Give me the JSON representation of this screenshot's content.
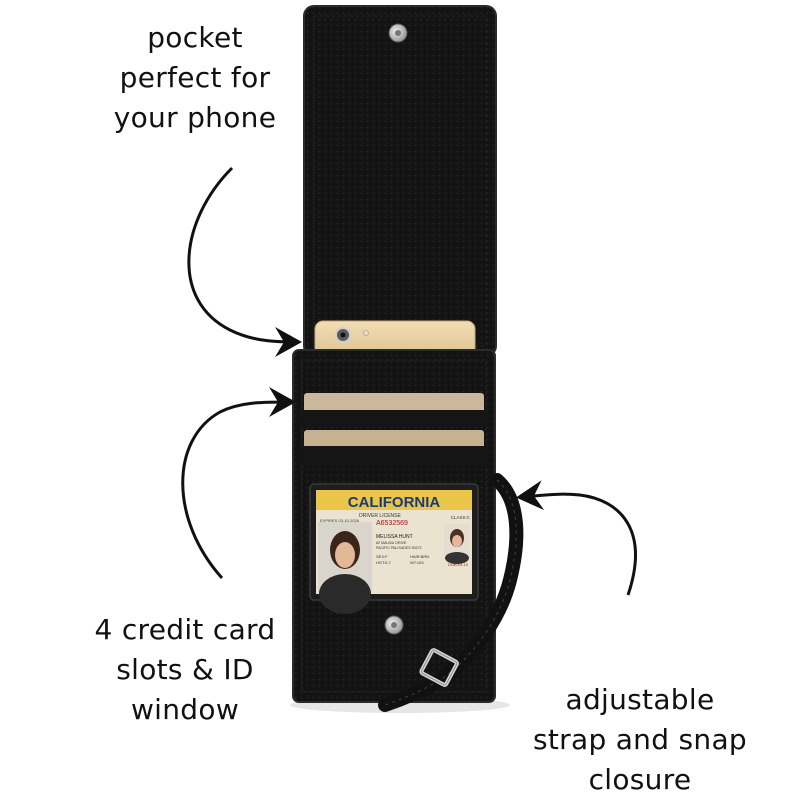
{
  "callouts": {
    "phone_pocket": "pocket\nperfect for\nyour phone",
    "card_slots": "4 credit card\nslots & ID\nwindow",
    "strap": "adjustable\nstrap and snap\nclosure"
  },
  "license": {
    "state": "CALIFORNIA",
    "type": "DRIVER LICENSE",
    "class": "CLASS:C",
    "number": "A6532569",
    "expires": "EXPIRES 03-10-2026",
    "name": "MELISSA HUNT",
    "address_1": "82 MALIBU DRIVE",
    "address_2": "PACIFIC PALISADES 90272",
    "sex": "SEX:F",
    "hair": "HAIR:BRN",
    "height": "HGT:5-7",
    "weight": "WT:153",
    "dob": "DOB:03-10"
  },
  "colors": {
    "leather": "#141414",
    "leather_edge": "#2a2a2a",
    "phone": "#e8cfa3",
    "card_slot": "#c8b69a",
    "license_banner": "#e9c54a",
    "snap": "#b9b9b9"
  }
}
